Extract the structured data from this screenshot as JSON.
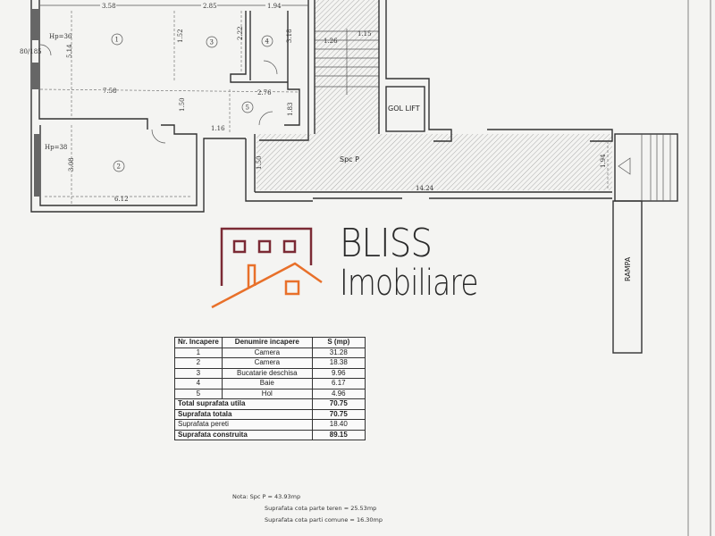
{
  "plan": {
    "rooms": [
      "1",
      "2",
      "3",
      "4",
      "5"
    ],
    "heights": {
      "room1": "Hp=36",
      "room2": "Hp=38"
    },
    "dims": {
      "room1_w": "7.58",
      "room1_top": "3.58",
      "room3_w": "2.85",
      "room4_w": "1.94",
      "room1_h": "5.14",
      "room3_h": "1.52",
      "room3_h2": "2.22",
      "room4_h": "3.18",
      "hall_w": "2.76",
      "hall_h": "1.50",
      "hol_h": "1.83",
      "hall_small": "1.16",
      "room2_w": "6.12",
      "room2_h": "3.08",
      "win1": "80/185",
      "stair_a": "1.26",
      "stair_b": "1.15",
      "corr_h": "1.50",
      "corr_w": "14.24",
      "entry_h": "1.94"
    },
    "labels": {
      "lift": "GOL LIFT",
      "corridor": "Spc P",
      "ramp": "RAMPA"
    }
  },
  "logo": {
    "line1": "BLISS",
    "line2": "Imobiliare",
    "colors": {
      "building": "#7b2a35",
      "roof": "#e8702a"
    }
  },
  "table": {
    "headers": [
      "Nr. Incapere",
      "Denumire incapere",
      "S (mp)"
    ],
    "rows": [
      {
        "nr": "1",
        "name": "Camera",
        "s": "31.28"
      },
      {
        "nr": "2",
        "name": "Camera",
        "s": "18.38"
      },
      {
        "nr": "3",
        "name": "Bucatarie deschisa",
        "s": "9.96"
      },
      {
        "nr": "4",
        "name": "Baie",
        "s": "6.17"
      },
      {
        "nr": "5",
        "name": "Hol",
        "s": "4.96"
      }
    ],
    "totals": [
      {
        "label": "Total suprafata utila",
        "value": "70.75",
        "bold": true
      },
      {
        "label": "Suprafata totala",
        "value": "70.75",
        "bold": true
      },
      {
        "label": "Suprafata pereti",
        "value": "18.40",
        "bold": false
      },
      {
        "label": "Suprafata construita",
        "value": "89.15",
        "bold": true
      }
    ]
  },
  "notes": [
    "Nota: Spc P = 43.93mp",
    "Suprafata cota parte teren = 25.53mp",
    "Suprafata cota parti comune = 16.30mp"
  ]
}
